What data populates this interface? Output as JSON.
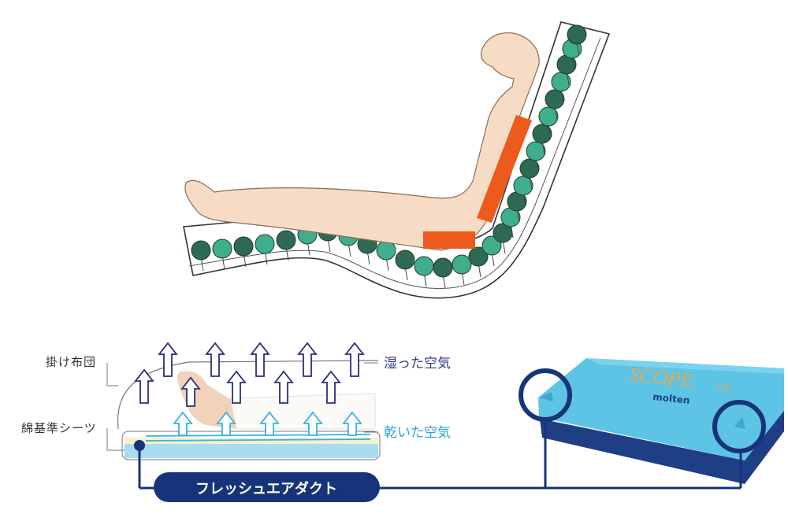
{
  "labels": {
    "comforter": "掛け布団",
    "cotton_sheet": "綿基準シーツ",
    "humid_air": "湿った空気",
    "dry_air": "乾いた空気",
    "fresh_air_duct": "フレッシュエアダクト"
  },
  "product": {
    "logo": "SCOPE",
    "logo_suffix": "Lite",
    "brand": "molten"
  },
  "colors": {
    "dark_cell": "#2e6a53",
    "light_cell": "#3fae8c",
    "body": "#f6dcc4",
    "pressure_pad": "#ec5a1c",
    "navy": "#17347a",
    "humid_arrow": "#2a2f7a",
    "dry_arrow": "#38b2e0",
    "sheet_blue": "#a8dcee",
    "mattress_top": "#5ec4e6",
    "mattress_base": "#1e3f86"
  }
}
